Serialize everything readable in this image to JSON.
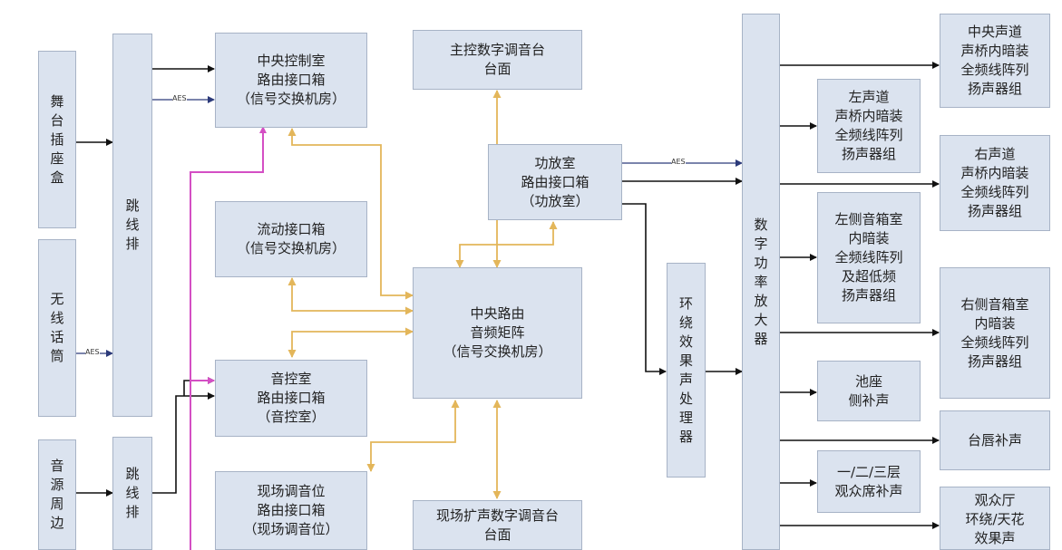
{
  "colors": {
    "box_fill": "#dbe3ef",
    "box_border": "#a7b3c6",
    "line_black": "#111111",
    "line_gold": "#e3b65a",
    "line_magenta": "#d44fc4",
    "line_navy": "#2c3a7a"
  },
  "nodes": {
    "stage_sockets": "舞台插座盒",
    "wireless_mic": "无线话筒",
    "audio_peripheral": "音源周边",
    "patch_bay_1": "跳线排",
    "patch_bay_2": "跳线排",
    "central_control_room": "中央控制室\n路由接口箱\n（信号交换机房）",
    "mobile_interface": "流动接口箱\n（信号交换机房）",
    "sound_control_room": "音控室\n路由接口箱\n（音控室）",
    "onsite_mixing": "现场调音位\n路由接口箱\n（现场调音位）",
    "main_console": "主控数字调音台\n台面",
    "amp_room": "功放室\n路由接口箱\n（功放室）",
    "central_matrix": "中央路由\n音频矩阵\n（信号交换机房）",
    "onsite_console": "现场扩声数字调音台\n台面",
    "surround_processor": "环绕效果声处理器",
    "digital_amp": "数字功率放大器",
    "center_array": "中央声道\n声桥内暗装\n全频线阵列\n扬声器组",
    "left_array": "左声道\n声桥内暗装\n全频线阵列\n扬声器组",
    "right_array": "右声道\n声桥内暗装\n全频线阵列\n扬声器组",
    "left_side_array": "左侧音箱室\n内暗装\n全频线阵列\n及超低频\n扬声器组",
    "right_side_array": "右侧音箱室\n内暗装\n全频线阵列\n扬声器组",
    "pit_fill": "池座\n侧补声",
    "lip_fill": "台唇补声",
    "balcony_fill": "一/二/三层\n观众席补声",
    "hall_surround": "观众厅\n环绕/天花\n效果声"
  },
  "labels": {
    "aes": "AES"
  }
}
